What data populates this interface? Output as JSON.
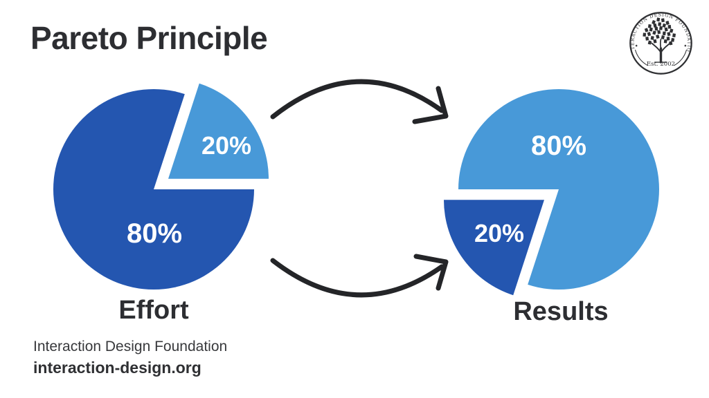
{
  "page": {
    "title": "Pareto Principle",
    "background": "#ffffff"
  },
  "logo": {
    "ring_text": "INTERACTION DESIGN FOUNDATION",
    "established": "Est. 2002"
  },
  "chart_data": [
    {
      "type": "pie",
      "title": "Effort",
      "slices": [
        {
          "label": "80%",
          "value": 80,
          "color": "#2456b0",
          "exploded": false
        },
        {
          "label": "20%",
          "value": 20,
          "color": "#4899d8",
          "exploded": true
        }
      ],
      "legend": "none",
      "annotation": "20% slice exploded toward top-right"
    },
    {
      "type": "pie",
      "title": "Results",
      "slices": [
        {
          "label": "80%",
          "value": 80,
          "color": "#4899d8",
          "exploded": false
        },
        {
          "label": "20%",
          "value": 20,
          "color": "#2456b0",
          "exploded": true
        }
      ],
      "legend": "none",
      "annotation": "20% slice exploded toward bottom-left"
    }
  ],
  "colors": {
    "dark_blue": "#2456b0",
    "light_blue": "#4899d8",
    "arrow": "#242528",
    "slice_label": "#ffffff",
    "heading_text": "#2d2e32"
  },
  "footer": {
    "org": "Interaction Design Foundation",
    "url": "interaction-design.org"
  }
}
